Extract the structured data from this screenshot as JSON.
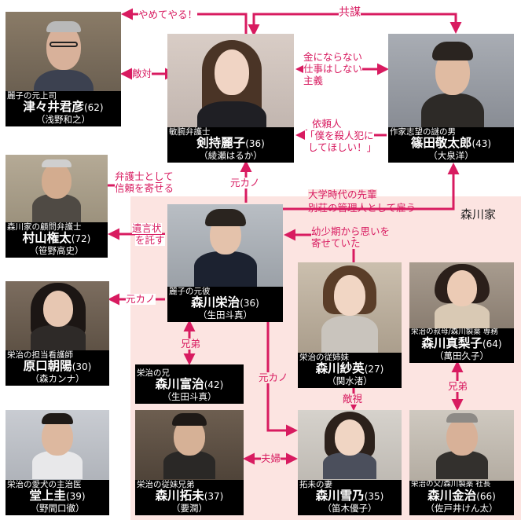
{
  "family_label": "森川家",
  "colors": {
    "arrow": "#d81b60",
    "family_bg": "#fce4e1",
    "caption_bg": "#000000"
  },
  "people": {
    "tsukui": {
      "role": "麗子の元上司",
      "name": "津々井君彦",
      "age": "(62)",
      "actor": "（浅野和之）"
    },
    "reiko": {
      "role": "敏腕弁護士",
      "name": "剣持麗子",
      "age": "(36)",
      "actor": "（綾瀬はるか）"
    },
    "shinoda": {
      "role": "作家志望の謎の男",
      "name": "篠田敬太郎",
      "age": "(43)",
      "actor": "（大泉洋）"
    },
    "murayama": {
      "role": "森川家の顧問弁護士",
      "name": "村山権太",
      "age": "(72)",
      "actor": "（笹野高史）"
    },
    "eiji": {
      "role": "麗子の元彼",
      "name": "森川栄治",
      "age": "(36)",
      "actor": "（生田斗真）"
    },
    "sae": {
      "role": "栄治の従姉妹",
      "name": "森川紗英",
      "age": "(27)",
      "actor": "（関水渚）"
    },
    "mariko": {
      "role": "栄治の叔母/森川製薬 専務",
      "name": "森川真梨子",
      "age": "(64)",
      "actor": "（萬田久子）"
    },
    "asahi": {
      "role": "栄治の担当看護師",
      "name": "原口朝陽",
      "age": "(30)",
      "actor": "（森カンナ）"
    },
    "fuji": {
      "role": "栄治の兄",
      "name": "森川富治",
      "age": "(42)",
      "actor": "（生田斗真）"
    },
    "domoto": {
      "role": "栄治の愛犬の主治医",
      "name": "堂上圭",
      "age": "(39)",
      "actor": "（野間口徹）"
    },
    "takumi": {
      "role": "栄治の従妹兄弟",
      "name": "森川拓未",
      "age": "(37)",
      "actor": "（要潤）"
    },
    "yukino": {
      "role": "拓未の妻",
      "name": "森川雪乃",
      "age": "(35)",
      "actor": "（笛木優子）"
    },
    "kinji": {
      "role": "栄治の父/森川製薬 社長",
      "name": "森川金治",
      "age": "(66)",
      "actor": "（佐戸井けん太）"
    }
  },
  "relations": {
    "yamete": "やめてやる！",
    "kyobo": "共謀",
    "tekitai": "敵対",
    "kane_1": "金にならない",
    "kane_2": "仕事はしない",
    "kane_3": "主義",
    "irai_1": "依頼人",
    "irai_2": "「僕を殺人犯に",
    "irai_3": "してほしい！」",
    "shinrai_1": "弁護士として",
    "shinrai_2": "信頼を寄せる",
    "motokano_reiko": "元カノ",
    "senpai_1": "大学時代の先輩",
    "senpai_2": "別荘の管理人として雇う",
    "yuigon_1": "遺言状",
    "yuigon_2": "を託す",
    "osanai_1": "幼少期から思いを",
    "osanai_2": "寄せていた",
    "motokano_asahi": "元カノ",
    "kyodai_fuji": "兄弟",
    "motokano_yukino": "元カノ",
    "tekishi": "敵視",
    "kyodai_kinji": "兄弟",
    "fufu": "夫婦"
  }
}
